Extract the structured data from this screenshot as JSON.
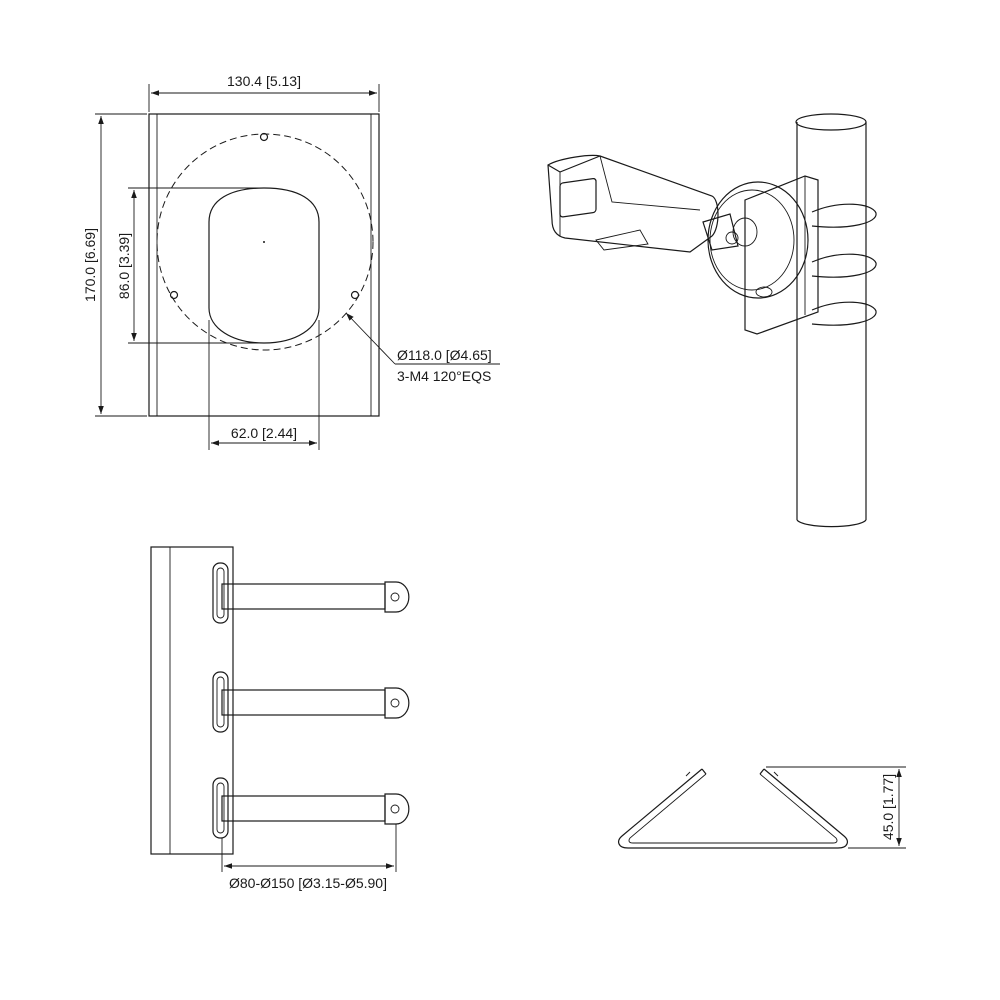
{
  "front_view": {
    "width_label": "130.4 [5.13]",
    "height_label": "170.0 [6.69]",
    "inner_height_label": "86.0 [3.39]",
    "inner_width_label": "62.0 [2.44]",
    "circle_label_line1": "Ø118.0 [Ø4.65]",
    "circle_label_line2": "3-M4 120°EQS"
  },
  "side_view": {
    "clamp_range_label": "Ø80-Ø150 [Ø3.15-Ø5.90]"
  },
  "strap_view": {
    "height_label": "45.0 [1.77]"
  }
}
